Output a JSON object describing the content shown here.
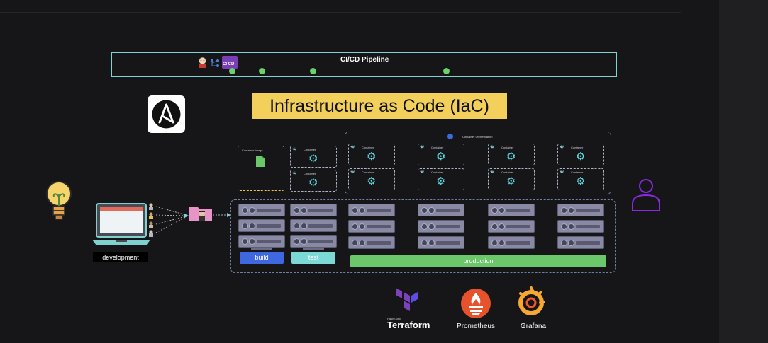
{
  "pipeline": {
    "title": "CI/CD Pipeline",
    "badge": "CI CD"
  },
  "iac": {
    "title": "Infrastructure as Code (IaC)"
  },
  "containers": {
    "image_label": "Container Image",
    "container_label": "Container",
    "orchestration_label": "Container Orchestration"
  },
  "environments": {
    "build": "build",
    "test": "test",
    "production": "production"
  },
  "development": {
    "label": "development"
  },
  "tools": {
    "terraform_sub": "HashiCorp",
    "terraform": "Terraform",
    "prometheus": "Prometheus",
    "grafana": "Grafana"
  },
  "colors": {
    "background": "#161618",
    "pipeline_border": "#7fd3d3",
    "pipeline_dot": "#6cd06b",
    "iac_title_bg": "#f3cf5b",
    "build": "#3f67e0",
    "test": "#7cdad6",
    "production": "#6cc76a",
    "user": "#8a2be2"
  },
  "icons": [
    "jenkins-icon",
    "git-icon",
    "cicd-icon",
    "lightbulb-icon",
    "laptop-icon",
    "developer-icon",
    "folder-icon",
    "ansible-icon",
    "docker-icon",
    "gear-icon",
    "server-icon",
    "user-icon",
    "terraform-icon",
    "prometheus-icon",
    "grafana-icon"
  ]
}
